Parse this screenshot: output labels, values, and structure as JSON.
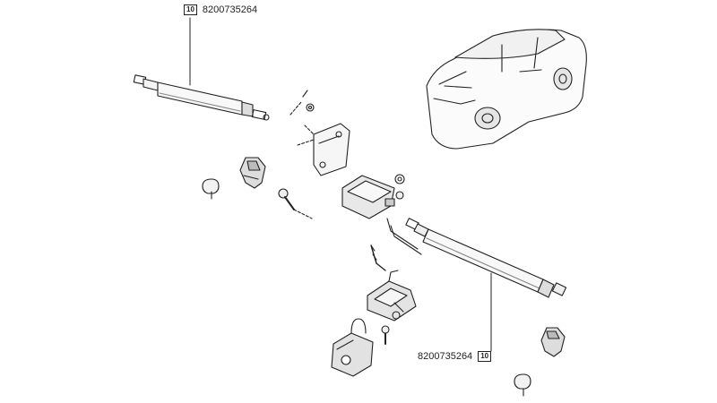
{
  "callouts": [
    {
      "ref": "10",
      "part_number": "8200735264"
    },
    {
      "ref": "10",
      "part_number": "8200735264"
    }
  ]
}
